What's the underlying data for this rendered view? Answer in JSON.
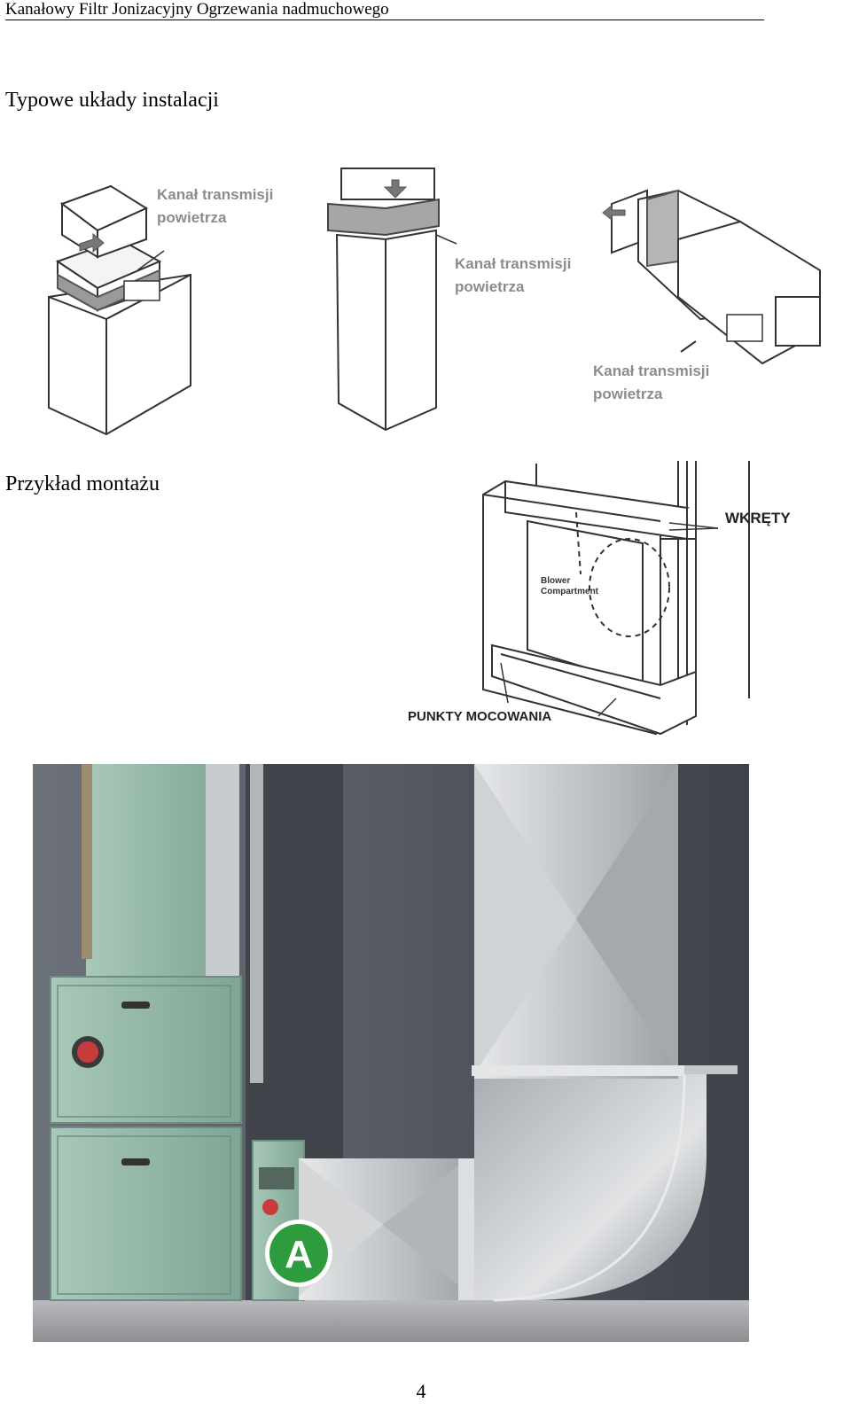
{
  "header": {
    "title": "Kanałowy Filtr Jonizacyjny Ogrzewania nadmuchowego"
  },
  "sections": {
    "typical_layouts": {
      "heading": "Typowe układy instalacji"
    },
    "mount_example": {
      "heading": "Przykład montażu"
    }
  },
  "figure1": {
    "labels": {
      "left_line1": "Kanał transmisji",
      "left_line2": "powietrza",
      "middle_line1": "Kanał transmisji",
      "middle_line2": "powietrza",
      "right_line1": "Kanał transmisji",
      "right_line2": "powietrza"
    }
  },
  "figure2": {
    "labels": {
      "screws": "WKRĘTY",
      "blower_line1": "Blower",
      "blower_line2": "Compartment",
      "mount_points": "PUNKTY MOCOWANIA"
    }
  },
  "figure3": {
    "badge": "A",
    "colors": {
      "furnace": "#8fb3a3",
      "duct": "#c8cacc",
      "wall": "#5a5d66",
      "badge": "#2e9b3e"
    }
  },
  "footer": {
    "page_number": "4"
  }
}
